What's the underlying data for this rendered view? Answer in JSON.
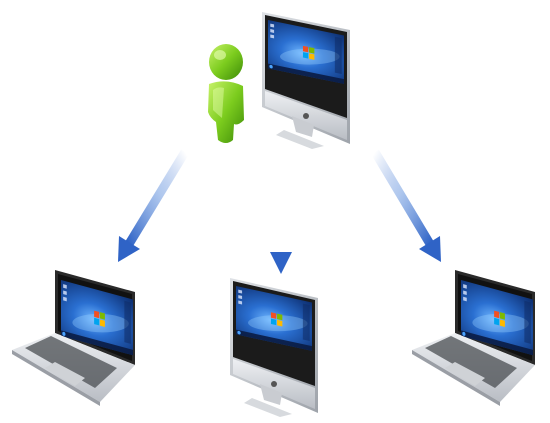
{
  "diagram": {
    "nodes": [
      {
        "id": "user",
        "type": "person",
        "icon": "user-person-icon",
        "color": "#7ed321"
      },
      {
        "id": "central",
        "type": "desktop",
        "icon": "desktop-computer-icon",
        "screen": "windows-desktop"
      },
      {
        "id": "left",
        "type": "laptop",
        "icon": "laptop-icon",
        "screen": "windows-desktop"
      },
      {
        "id": "middle",
        "type": "desktop",
        "icon": "desktop-computer-icon",
        "screen": "windows-desktop"
      },
      {
        "id": "right",
        "type": "laptop",
        "icon": "laptop-icon",
        "screen": "windows-desktop"
      }
    ],
    "edges": [
      {
        "from": "central",
        "to": "left",
        "style": "arrow"
      },
      {
        "from": "central",
        "to": "middle",
        "style": "arrow"
      },
      {
        "from": "central",
        "to": "right",
        "style": "arrow"
      }
    ],
    "colors": {
      "arrow": "#3a6fd0",
      "screen": "#1f4fa8",
      "bezel": "#222222",
      "aluminium": "#c8cbd0"
    }
  }
}
